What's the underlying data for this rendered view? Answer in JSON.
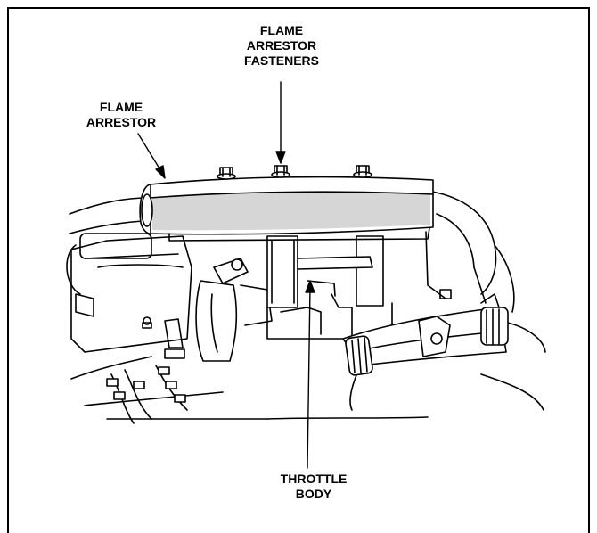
{
  "callouts": {
    "fasteners": {
      "line1": "FLAME",
      "line2": "ARRESTOR",
      "line3": "FASTENERS"
    },
    "arrestor": {
      "line1": "FLAME",
      "line2": "ARRESTOR"
    },
    "throttle": {
      "line1": "THROTTLE",
      "line2": "BODY"
    }
  },
  "colors": {
    "line": "#000000",
    "fill": "#ffffff",
    "arrestor_band": "#d6d6d6"
  }
}
